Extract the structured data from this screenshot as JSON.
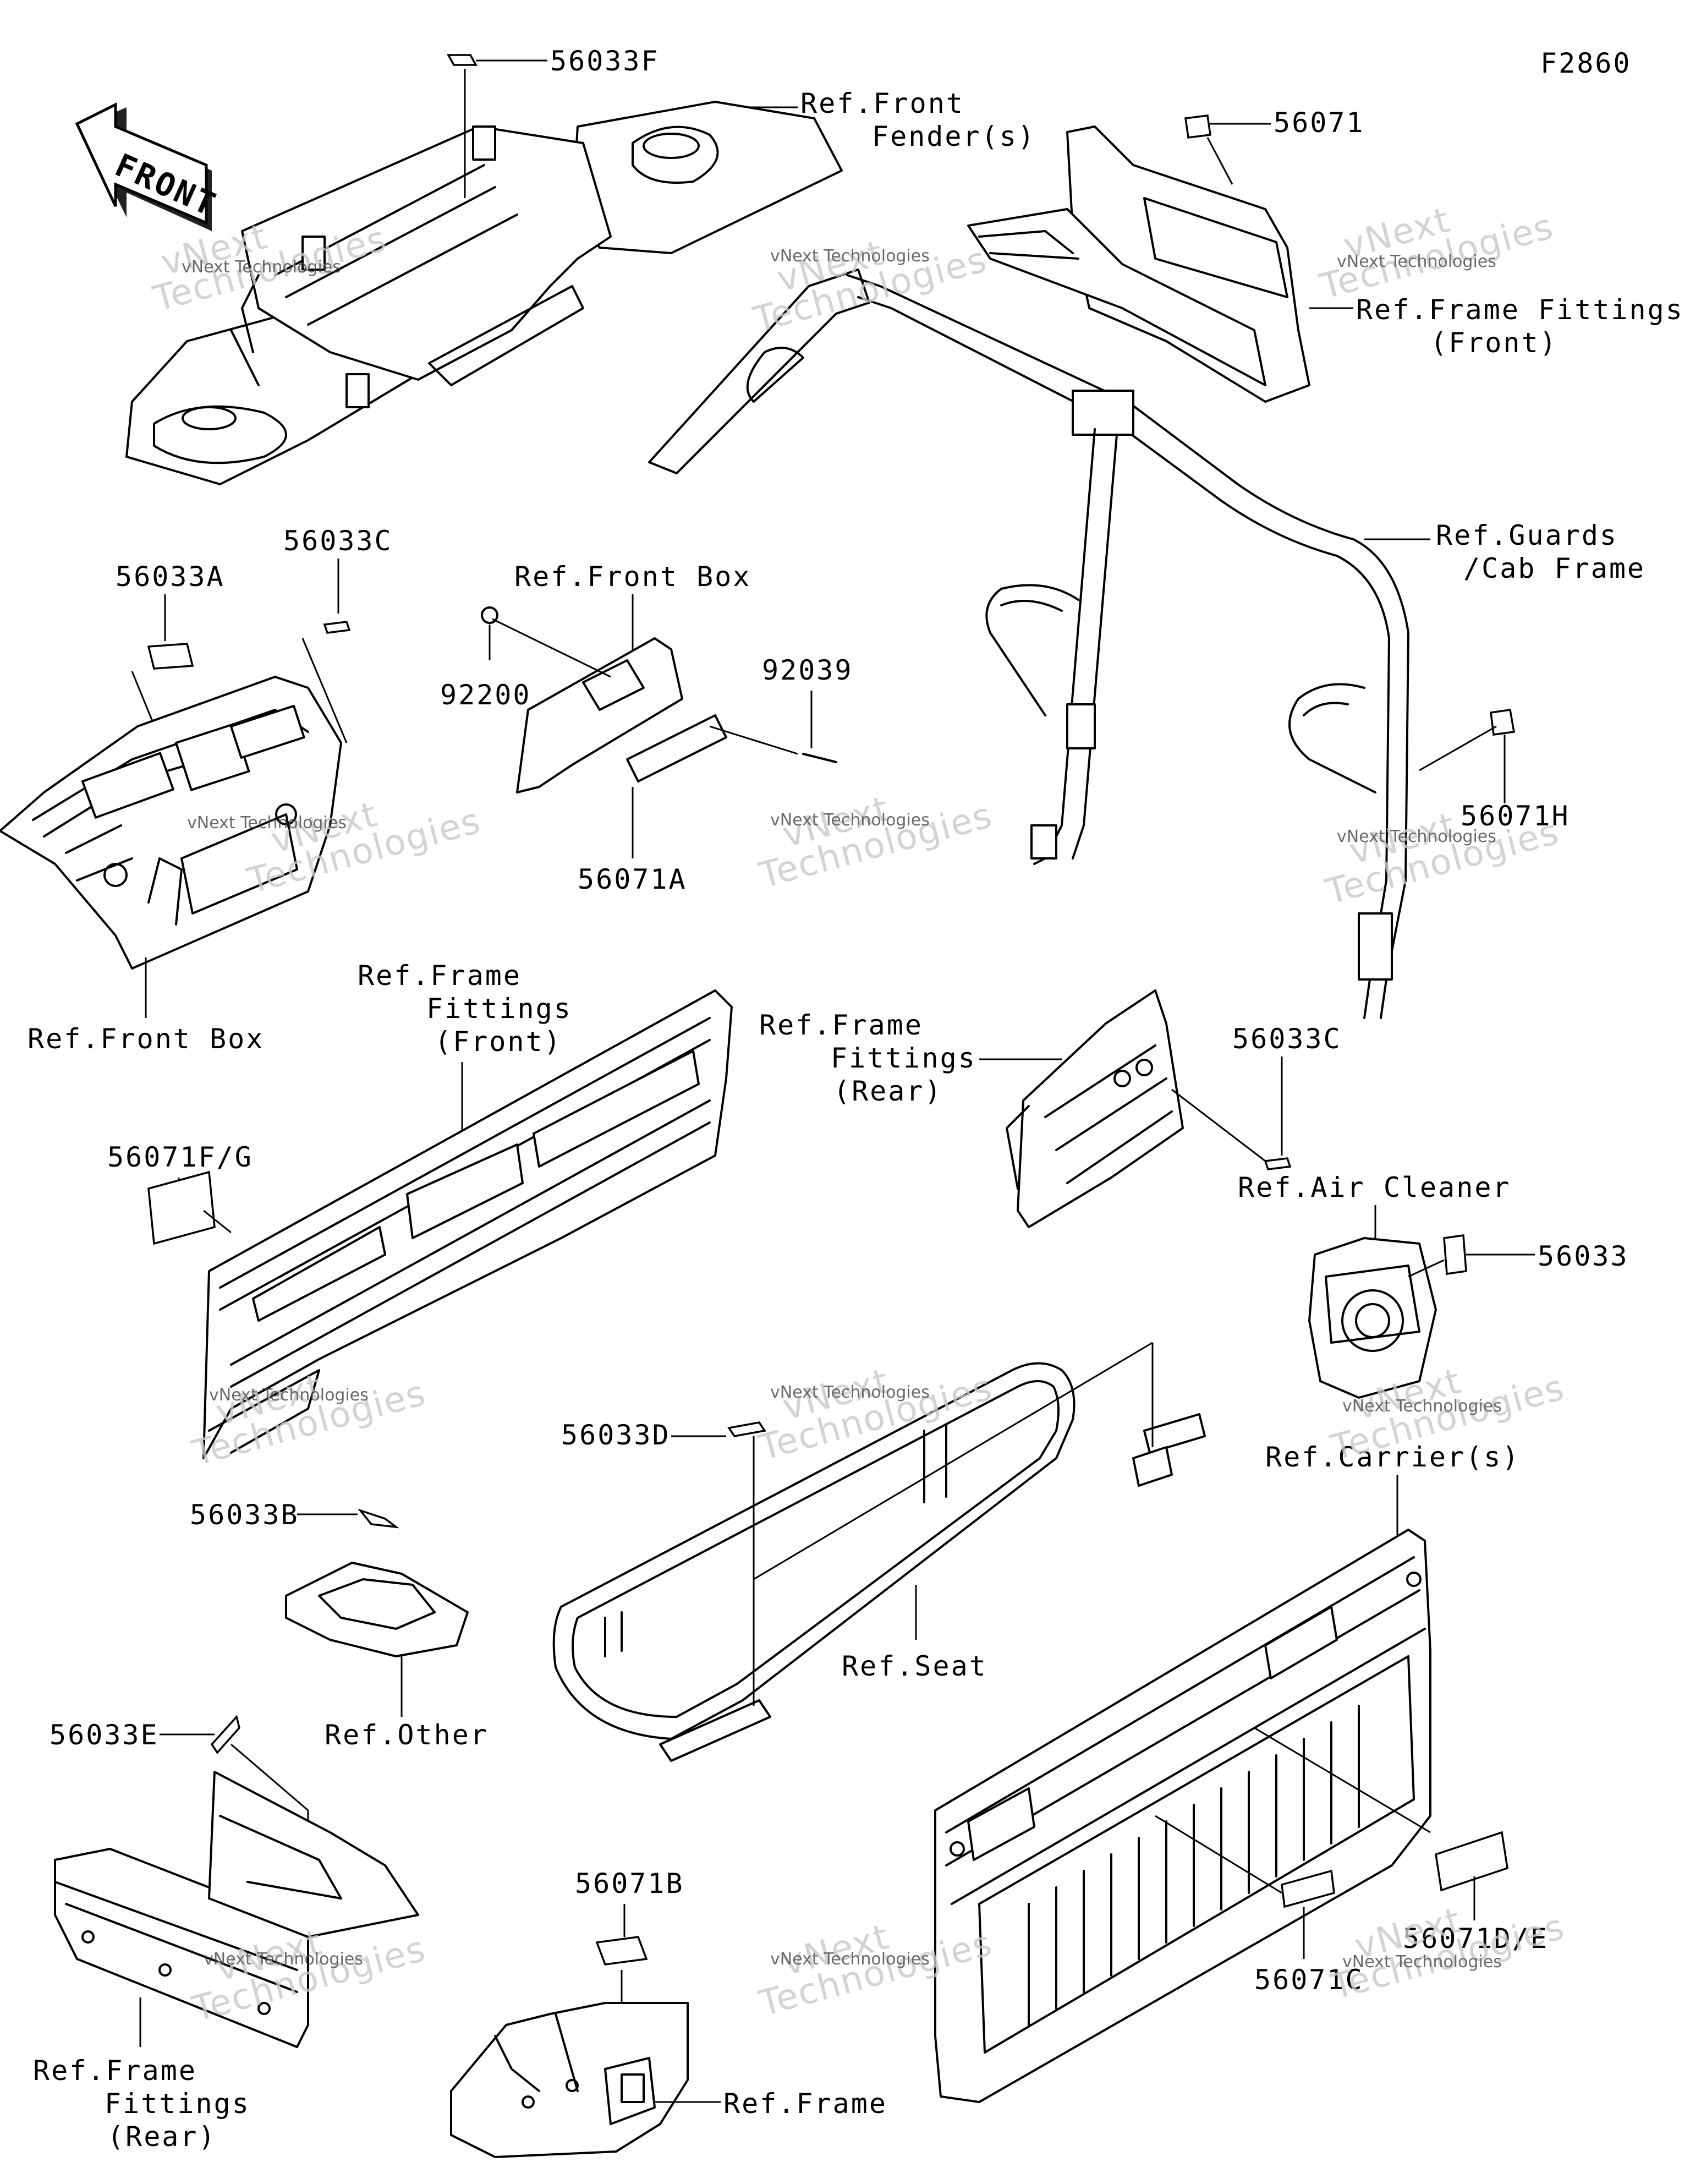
{
  "diagram_code": "F2860",
  "front_arrow": {
    "label": "FRONT",
    "icon": "front-direction-arrow-icon"
  },
  "labels": {
    "p56033F": "56033F",
    "ref_front_fender": [
      "Ref.Front",
      "Fender(s)"
    ],
    "p56071": "56071",
    "ref_frame_fittings_front_top": [
      "Ref.Frame Fittings",
      "(Front)"
    ],
    "ref_guards_cab_frame": [
      "Ref.Guards",
      "/Cab Frame"
    ],
    "p56033A": "56033A",
    "p56033C_top": "56033C",
    "ref_front_box_top": "Ref.Front Box",
    "p92200": "92200",
    "p92039": "92039",
    "p56071A": "56071A",
    "p56071H": "56071H",
    "ref_front_box_bottom": "Ref.Front Box",
    "ref_frame_fittings_front_mid": [
      "Ref.Frame",
      "Fittings",
      "(Front)"
    ],
    "ref_frame_fittings_rear_mid": [
      "Ref.Frame",
      "Fittings",
      "(Rear)"
    ],
    "p56033C_mid": "56033C",
    "p56071FG": "56071F/G",
    "ref_air_cleaner": "Ref.Air Cleaner",
    "p56033": "56033",
    "p56033D": "56033D",
    "ref_carriers": "Ref.Carrier(s)",
    "p56033B": "56033B",
    "ref_seat": "Ref.Seat",
    "ref_other": "Ref.Other",
    "p56033E": "56033E",
    "p56071B": "56071B",
    "p56071DE": "56071D/E",
    "p56071C": "56071C",
    "ref_frame_fittings_rear_bottom": [
      "Ref.Frame",
      "Fittings",
      "(Rear)"
    ],
    "ref_frame": "Ref.Frame"
  },
  "watermark": {
    "brand": "vNext",
    "line1": "vNext Technologies",
    "line2": "Technologies"
  }
}
